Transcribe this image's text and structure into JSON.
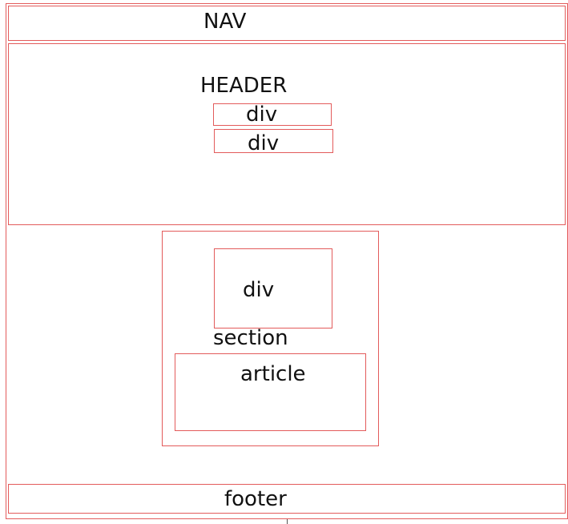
{
  "diagram": {
    "nav_label": "NAV",
    "header_label": "HEADER",
    "header_div_1_label": "div",
    "header_div_2_label": "div",
    "section_label": "section",
    "section_div_label": "div",
    "article_label": "article",
    "footer_label": "footer"
  },
  "colors": {
    "box_border": "#e35b5b",
    "text": "#111111",
    "background": "#ffffff"
  }
}
